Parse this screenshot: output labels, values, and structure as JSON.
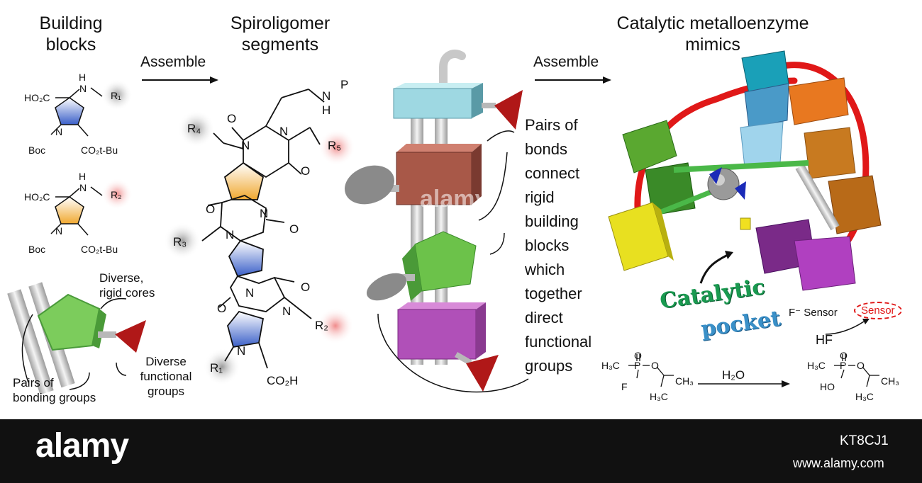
{
  "titles": {
    "building_blocks_1": "Building",
    "building_blocks_2": "blocks",
    "segments_1": "Spiroligomer",
    "segments_2": "segments",
    "mimics_1": "Catalytic metalloenzyme",
    "mimics_2": "mimics"
  },
  "arrows": {
    "assemble_1": "Assemble",
    "assemble_2": "Assemble"
  },
  "left_notes": {
    "cores_1": "Diverse,",
    "cores_2": "rigid cores",
    "functional_1": "Diverse",
    "functional_2": "functional",
    "functional_3": "groups",
    "bonding_1": "Pairs of",
    "bonding_2": "bonding groups"
  },
  "description_lines": [
    "Pairs of",
    "bonds",
    "connect",
    "rigid",
    "building",
    "blocks",
    "which",
    "together",
    "direct",
    "functional",
    "groups"
  ],
  "chem": {
    "ho2c": "HO₂C",
    "nh": "N",
    "h": "H",
    "boc": "Boc",
    "n": "N",
    "co2tbu": "CO₂t-Bu",
    "r1": "R₁",
    "r2": "R₂",
    "r3": "R₃",
    "r4": "R₄",
    "r5": "R₅",
    "o": "O",
    "p": "P",
    "co2h": "CO₂H",
    "h3c": "H₃C",
    "f": "F",
    "ch3": "CH₃",
    "ho": "HO",
    "h2o": "H₂O",
    "hf": "HF"
  },
  "pocket": {
    "line1": "Catalytic",
    "line2": "pocket"
  },
  "sensor": {
    "label": "F⁻ Sensor",
    "badge": "Sensor"
  },
  "watermark": {
    "brand": "alamy",
    "image_id": "KT8CJ1",
    "url": "www.alamy.com",
    "overlay": "alamy"
  },
  "colors": {
    "blue_ring": "#4a6fd0",
    "orange_ring": "#f2b640",
    "green_block": "#6cc24a",
    "purple_block": "#b050b8",
    "brown_block": "#a85848",
    "cyan_block": "#8fd0dc",
    "red_cone": "#b01818",
    "pocket_green": "#1a9a50",
    "pocket_blue": "#3a90c8"
  }
}
